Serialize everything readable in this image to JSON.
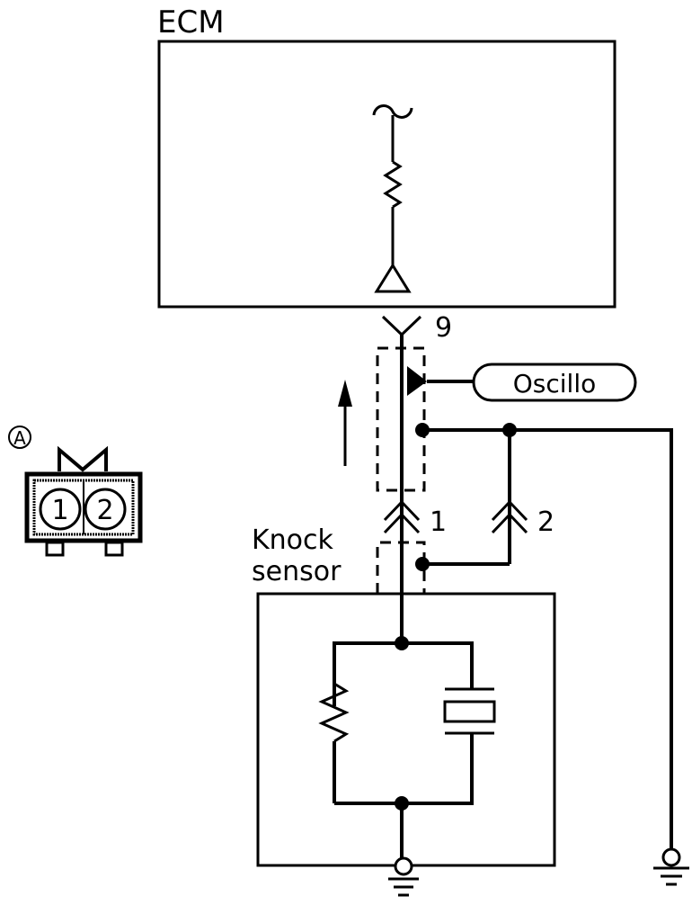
{
  "diagram": {
    "type": "wiring-schematic",
    "ecm_label": "ECM",
    "terminal_ecm": "9",
    "oscilloscope_label": "Oscillo",
    "terminal_sensor_1": "1",
    "terminal_sensor_2": "2",
    "sensor_label_line1": "Knock",
    "sensor_label_line2": "sensor",
    "connector_view_label": "A",
    "connector_pins": [
      "1",
      "2"
    ],
    "signal_direction": "up"
  }
}
